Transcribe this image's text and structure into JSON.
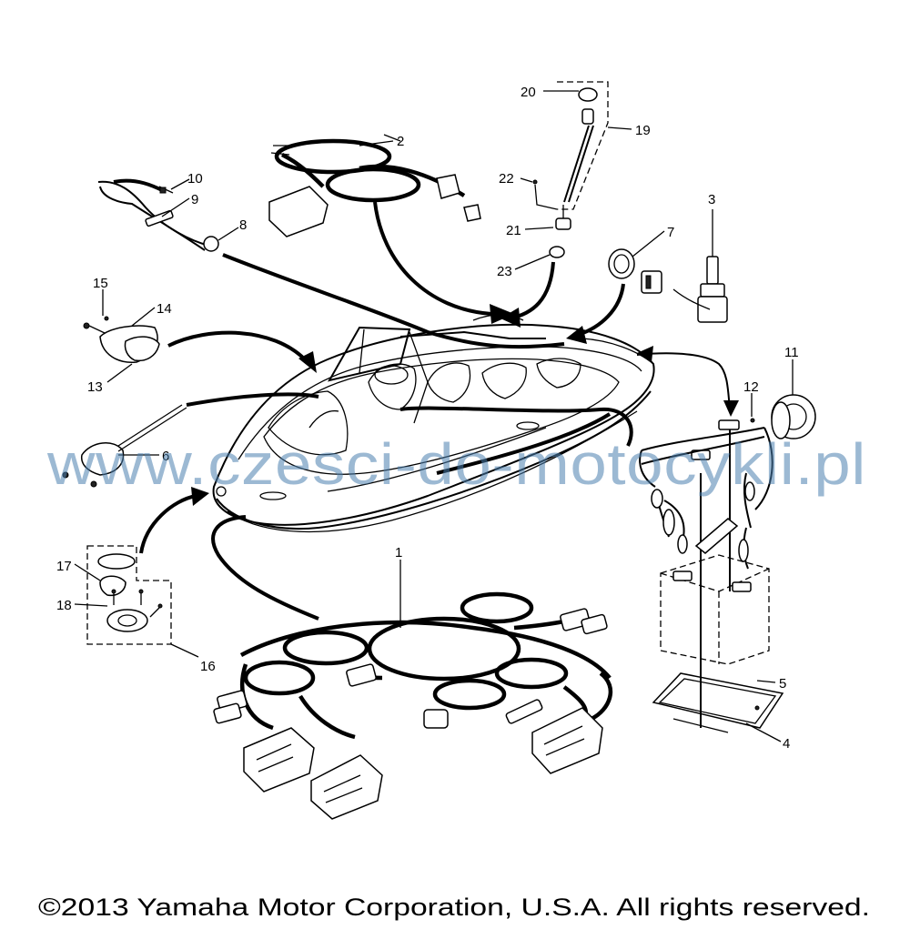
{
  "parts": [
    {
      "ref": "1"
    },
    {
      "ref": "2"
    },
    {
      "ref": "3"
    },
    {
      "ref": "4"
    },
    {
      "ref": "5"
    },
    {
      "ref": "6"
    },
    {
      "ref": "7"
    },
    {
      "ref": "8"
    },
    {
      "ref": "9"
    },
    {
      "ref": "10"
    },
    {
      "ref": "11"
    },
    {
      "ref": "12"
    },
    {
      "ref": "13"
    },
    {
      "ref": "14"
    },
    {
      "ref": "15"
    },
    {
      "ref": "16"
    },
    {
      "ref": "17"
    },
    {
      "ref": "18"
    },
    {
      "ref": "19"
    },
    {
      "ref": "20"
    },
    {
      "ref": "21"
    },
    {
      "ref": "22"
    },
    {
      "ref": "23"
    }
  ],
  "watermark": "www.czesci-do-motocykli.pl",
  "copyright": "©2013 Yamaha Motor Corporation, U.S.A. All rights reserved."
}
